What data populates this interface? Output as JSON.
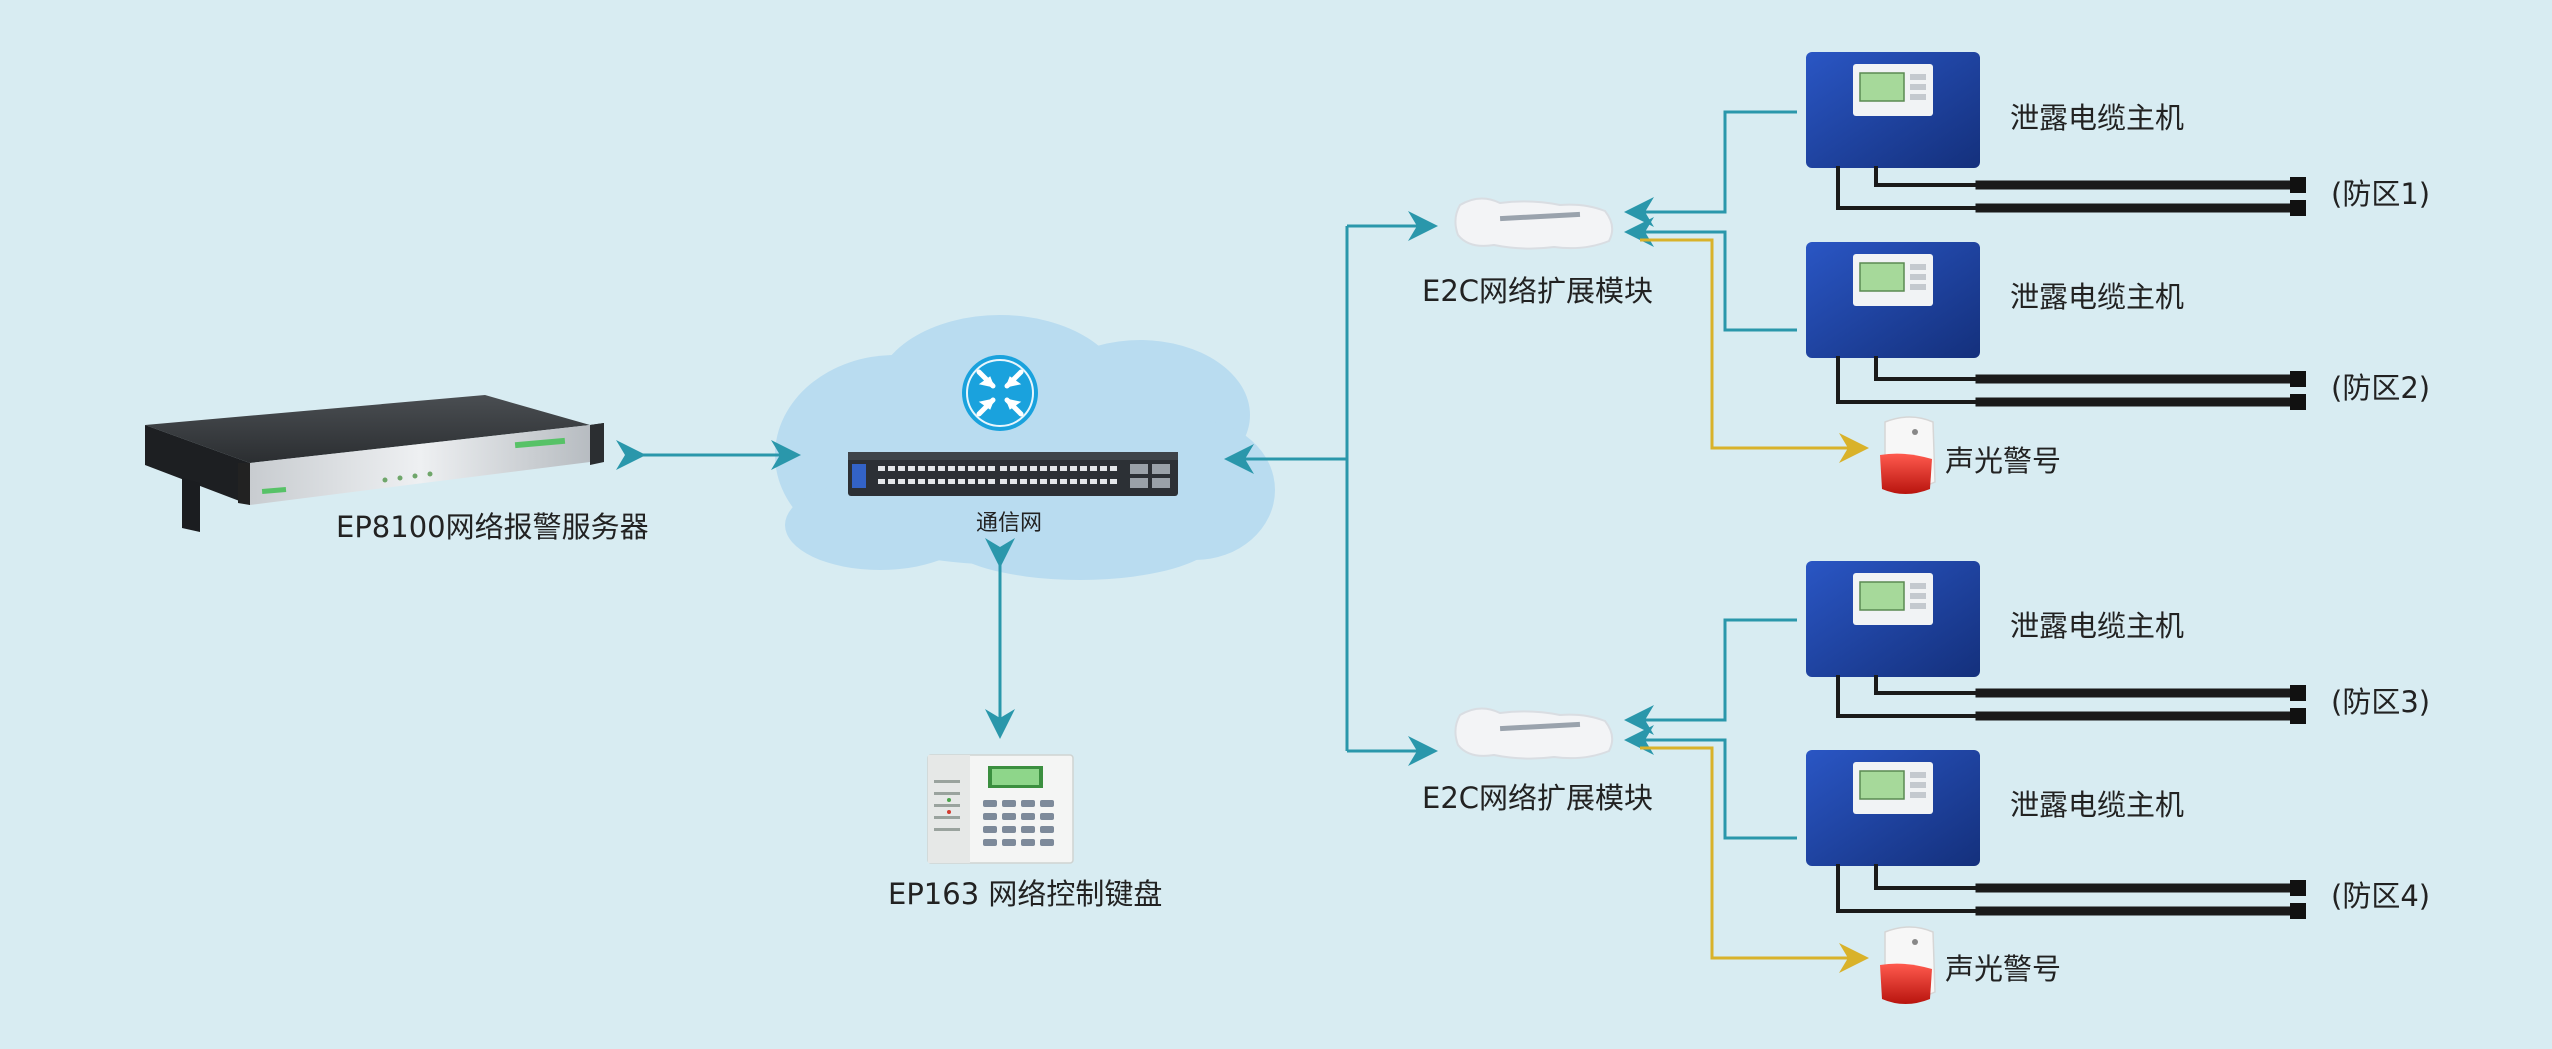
{
  "labels": {
    "server": "EP8100网络报警服务器",
    "network": "通信网",
    "keyboard": "EP163 网络控制键盘",
    "e2c_top": "E2C网络扩展模块",
    "e2c_bottom": "E2C网络扩展模块",
    "host_1": "泄露电缆主机",
    "host_2": "泄露电缆主机",
    "host_3": "泄露电缆主机",
    "host_4": "泄露电缆主机",
    "zone_1": "(防区1)",
    "zone_2": "(防区2)",
    "zone_3": "(防区3)",
    "zone_4": "(防区4)",
    "alarm_top": "声光警号",
    "alarm_bottom": "声光警号"
  },
  "colors": {
    "background": "#d8ecf2",
    "network_link": "#2a97ab",
    "alarm_link": "#d9b22a",
    "cable": "#1a1a1a",
    "host_body": "#1d3f9a",
    "cloud": "#b9dcf0"
  }
}
